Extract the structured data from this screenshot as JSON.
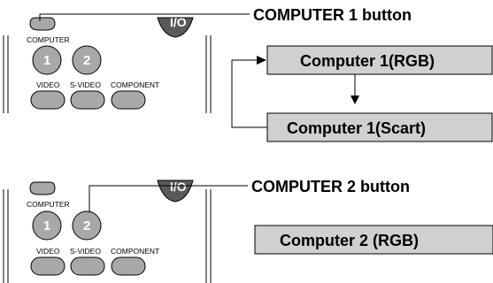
{
  "sections": [
    {
      "callout": "COMPUTER 1 button",
      "group_label": "COMPUTER",
      "buttons": [
        "1",
        "2"
      ],
      "io_label": "I/O",
      "labels": [
        "VIDEO",
        "S-VIDEO",
        "COMPONENT"
      ],
      "modes": [
        "Computer 1(RGB)",
        "Computer 1(Scart)"
      ]
    },
    {
      "callout": "COMPUTER 2 button",
      "group_label": "COMPUTER",
      "buttons": [
        "1",
        "2"
      ],
      "io_label": "I/O",
      "labels": [
        "VIDEO",
        "S-VIDEO",
        "COMPONENT"
      ],
      "modes": [
        "Computer 2 (RGB)"
      ]
    }
  ],
  "colors": {
    "button_fill": "#a8a8a8",
    "box_fill": "#d0d0d0",
    "line": "#000000"
  }
}
